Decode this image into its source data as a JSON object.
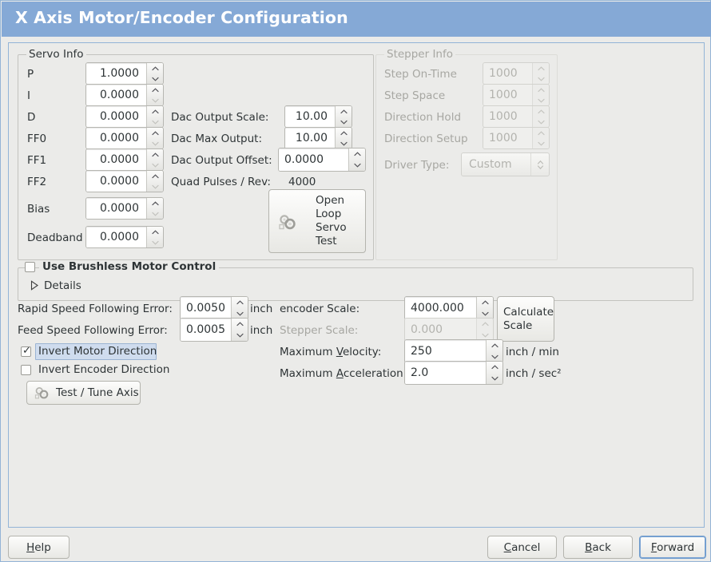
{
  "window": {
    "title": "X Axis Motor/Encoder Configuration",
    "accent": "#85a9d6",
    "background": "#ebebe9"
  },
  "servo_info": {
    "legend": "Servo Info",
    "rows": [
      {
        "label": "P",
        "value": "1.0000",
        "enabled": true,
        "down_enabled": true
      },
      {
        "label": "I",
        "value": "0.0000",
        "enabled": true,
        "down_enabled": false
      },
      {
        "label": "D",
        "value": "0.0000",
        "enabled": true,
        "down_enabled": false
      },
      {
        "label": "FF0",
        "value": "0.0000",
        "enabled": true,
        "down_enabled": false
      },
      {
        "label": "FF1",
        "value": "0.0000",
        "enabled": true,
        "down_enabled": false
      },
      {
        "label": "FF2",
        "value": "0.0000",
        "enabled": true,
        "down_enabled": false
      },
      {
        "label": "Bias",
        "value": "0.0000",
        "enabled": true,
        "down_enabled": false
      },
      {
        "label": "Deadband",
        "value": "0.0000",
        "enabled": true,
        "down_enabled": false
      }
    ],
    "dac": [
      {
        "label": "Dac Output Scale:",
        "value": "10.00"
      },
      {
        "label": "Dac Max Output:",
        "value": "10.00"
      },
      {
        "label": "Dac Output Offset:",
        "value": "0.0000"
      }
    ],
    "quad_pulses_label": "Quad Pulses / Rev:",
    "quad_pulses_value": "4000",
    "open_loop_button": {
      "lines": [
        "Open",
        "Loop",
        "Servo",
        "Test"
      ],
      "icon": "gears-icon"
    }
  },
  "stepper_info": {
    "legend": "Stepper Info",
    "enabled": false,
    "rows": [
      {
        "label": "Step On-Time",
        "value": "1000"
      },
      {
        "label": "Step Space",
        "value": "1000"
      },
      {
        "label": "Direction Hold",
        "value": "1000"
      },
      {
        "label": "Direction Setup",
        "value": "1000"
      }
    ],
    "driver_type": {
      "label": "Driver Type:",
      "value": "Custom"
    }
  },
  "brushless": {
    "checkbox_label": "Use Brushless Motor Control",
    "checked": false,
    "details_label": "Details",
    "details_expanded": false
  },
  "tuning": {
    "rapid_following_error": {
      "label": "Rapid Speed Following Error:",
      "value": "0.0050",
      "unit": "inch"
    },
    "feed_following_error": {
      "label": "Feed Speed Following Error:",
      "value": "0.0005",
      "unit": "inch"
    },
    "invert_motor": {
      "label": "Invert Motor Direction",
      "checked": true,
      "focused": true
    },
    "invert_encoder": {
      "label": "Invert Encoder Direction",
      "checked": false,
      "focused": false
    },
    "test_tune_button": {
      "label": "Test / Tune Axis",
      "icon": "gears-icon"
    }
  },
  "scales": {
    "encoder_scale": {
      "label": "encoder Scale:",
      "value": "4000.000",
      "enabled": true
    },
    "stepper_scale": {
      "label": "Stepper Scale:",
      "value": "0.000",
      "enabled": false
    },
    "calculate_button": {
      "lines": [
        "Calculate",
        "Scale"
      ]
    },
    "max_velocity": {
      "label_pre": "Maximum ",
      "label_key": "V",
      "label_post": "elocity:",
      "value": "250",
      "unit": "inch / min"
    },
    "max_acceleration": {
      "label_pre": "Maximum ",
      "label_key": "A",
      "label_post": "cceleration:",
      "value": "2.0",
      "unit": "inch / sec²"
    }
  },
  "footer": {
    "help": {
      "pre": "",
      "key": "H",
      "post": "elp"
    },
    "cancel": {
      "pre": "",
      "key": "C",
      "post": "ancel"
    },
    "back": {
      "pre": "",
      "key": "B",
      "post": "ack"
    },
    "forward": {
      "pre": "",
      "key": "F",
      "post": "orward",
      "focused": true
    }
  }
}
